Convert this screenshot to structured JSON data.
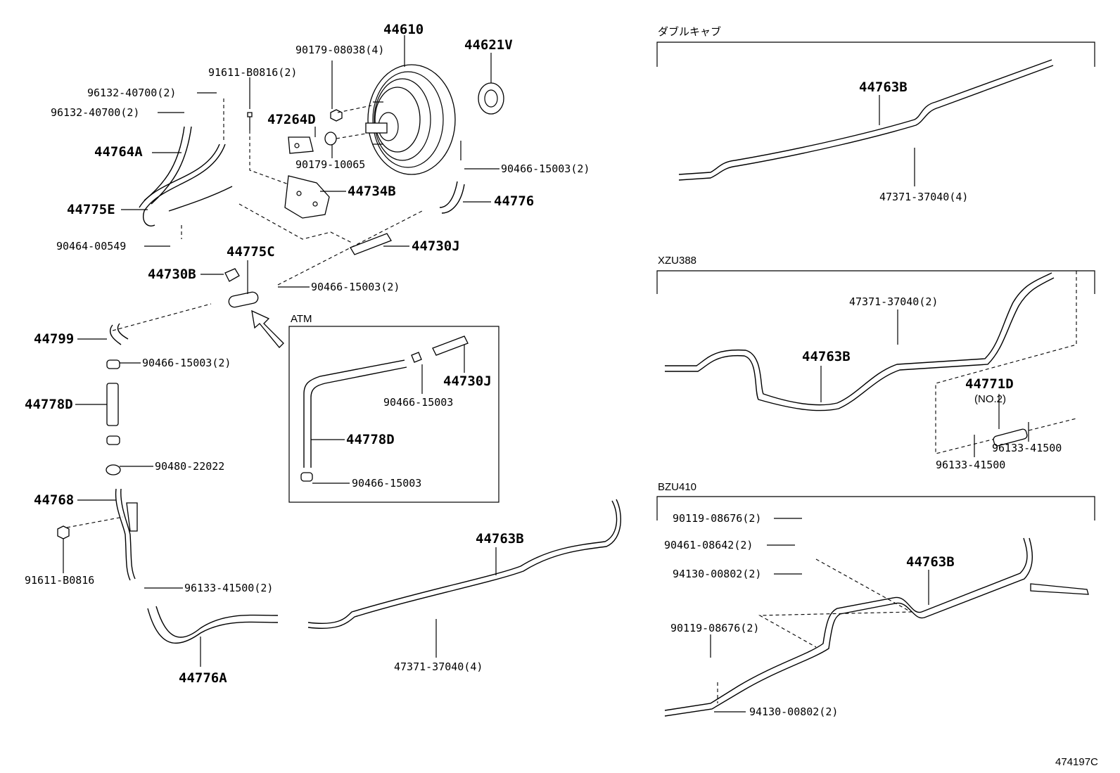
{
  "sections": {
    "double_cab": "ダブルキャブ",
    "xzu388": "XZU388",
    "bzu410": "BZU410",
    "atm": "ATM"
  },
  "diagram_code": "474197C",
  "labels": {
    "p44610": "44610",
    "p44621V": "44621V",
    "p90179_08038": "90179-08038(4)",
    "p91611_B0816_2": "91611-B0816(2)",
    "p96132_a": "96132-40700(2)",
    "p96132_b": "96132-40700(2)",
    "p47264D": "47264D",
    "p44764A": "44764A",
    "p90179_10065": "90179-10065",
    "p90466_main_a": "90466-15003(2)",
    "p44734B": "44734B",
    "p44776": "44776",
    "p44775E": "44775E",
    "p90464_00549": "90464-00549",
    "p44730J": "44730J",
    "p44775C": "44775C",
    "p44730B": "44730B",
    "p90466_main_b": "90466-15003(2)",
    "p44799": "44799",
    "p90466_main_c": "90466-15003(2)",
    "p44778D": "44778D",
    "p90480_22022": "90480-22022",
    "p44768": "44768",
    "p91611_B0816": "91611-B0816",
    "p96133_41500_2": "96133-41500(2)",
    "p44776A": "44776A",
    "p44763B_main": "44763B",
    "p47371_main": "47371-37040(4)",
    "atm_44730J": "44730J",
    "atm_90466_a": "90466-15003",
    "atm_44778D": "44778D",
    "atm_90466_b": "90466-15003",
    "dc_44763B": "44763B",
    "dc_47371": "47371-37040(4)",
    "xzu_47371": "47371-37040(2)",
    "xzu_44763B": "44763B",
    "xzu_44771D": "44771D",
    "xzu_no2": "(NO.2)",
    "xzu_96133_a": "96133-41500",
    "xzu_96133_b": "96133-41500",
    "bzu_90119_a": "90119-08676(2)",
    "bzu_90461": "90461-08642(2)",
    "bzu_94130_a": "94130-00802(2)",
    "bzu_44763B": "44763B",
    "bzu_90119_b": "90119-08676(2)",
    "bzu_94130_b": "94130-00802(2)"
  }
}
